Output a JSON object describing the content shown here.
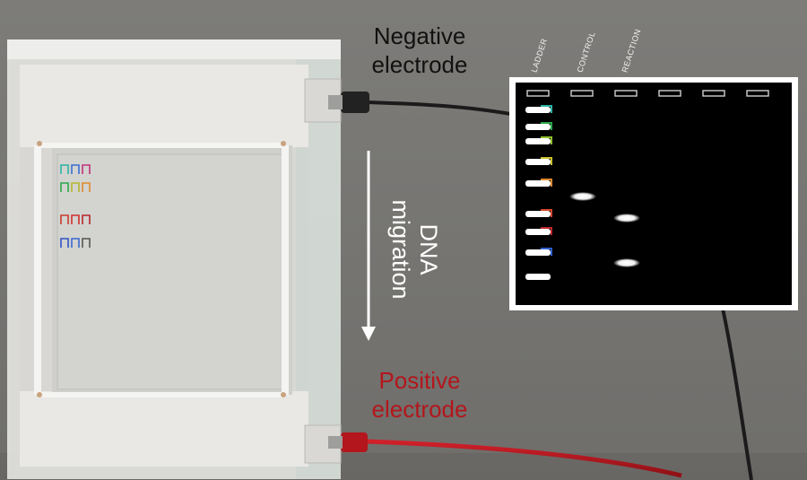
{
  "labels": {
    "negative_electrode": [
      "Negative",
      "electrode"
    ],
    "positive_electrode": [
      "Positive",
      "electrode"
    ],
    "dna_migration": [
      "DNA",
      "migration"
    ]
  },
  "gel": {
    "lanes": [
      "LADDER",
      "CONTROL",
      "REACTION"
    ],
    "ladder_bands": 9,
    "control_bands": 1,
    "reaction_bands": 2
  },
  "colors": {
    "background": "#7a7977",
    "negative_wire": "#1b1b1b",
    "positive_wire": "#b3161c",
    "positive_text": "#b3161c",
    "gel_background": "#000000",
    "frame": "#ffffff"
  }
}
